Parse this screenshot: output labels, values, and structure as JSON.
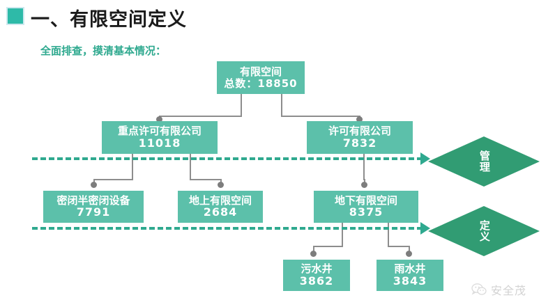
{
  "header": {
    "bullet_icon": "square-bullet-icon",
    "title": "一、有限空间定义",
    "subtitle": "全面排查，摸清基本情况："
  },
  "colors": {
    "box_fill": "#5cc0aa",
    "diamond_fill": "#319c73",
    "accent_teal": "#2fa98f",
    "connector_gray": "#8d8d8d",
    "title_text": "#1b1b1b"
  },
  "diagram": {
    "type": "org-tree",
    "nodes": [
      {
        "id": "total",
        "label": "有限空间",
        "value": "总数：18850",
        "level": 1
      },
      {
        "id": "key-licensed",
        "label": "重点许可有限公司",
        "value": "11018",
        "level": 2
      },
      {
        "id": "licensed",
        "label": "许可有限公司",
        "value": "7832",
        "level": 2
      },
      {
        "id": "sealed",
        "label": "密闭半密闭设备",
        "value": "7791",
        "level": 3
      },
      {
        "id": "above",
        "label": "地上有限空间",
        "value": "2684",
        "level": 3
      },
      {
        "id": "below",
        "label": "地下有限空间",
        "value": "8375",
        "level": 3
      },
      {
        "id": "sewage",
        "label": "污水井",
        "value": "3862",
        "level": 4
      },
      {
        "id": "rain",
        "label": "雨水井",
        "value": "3843",
        "level": 4
      }
    ],
    "edges": [
      {
        "from": "total",
        "to": "key-licensed"
      },
      {
        "from": "total",
        "to": "licensed"
      },
      {
        "from": "key-licensed",
        "to": "sealed"
      },
      {
        "from": "key-licensed",
        "to": "above"
      },
      {
        "from": "licensed",
        "to": "below"
      },
      {
        "from": "below",
        "to": "sewage"
      },
      {
        "from": "below",
        "to": "rain"
      }
    ],
    "bands": [
      {
        "id": "manage",
        "label": "管理",
        "shape": "diamond"
      },
      {
        "id": "define",
        "label": "定义",
        "shape": "diamond"
      }
    ]
  },
  "watermark": {
    "icon": "wechat-bubble-icon",
    "text": "安全茂"
  }
}
